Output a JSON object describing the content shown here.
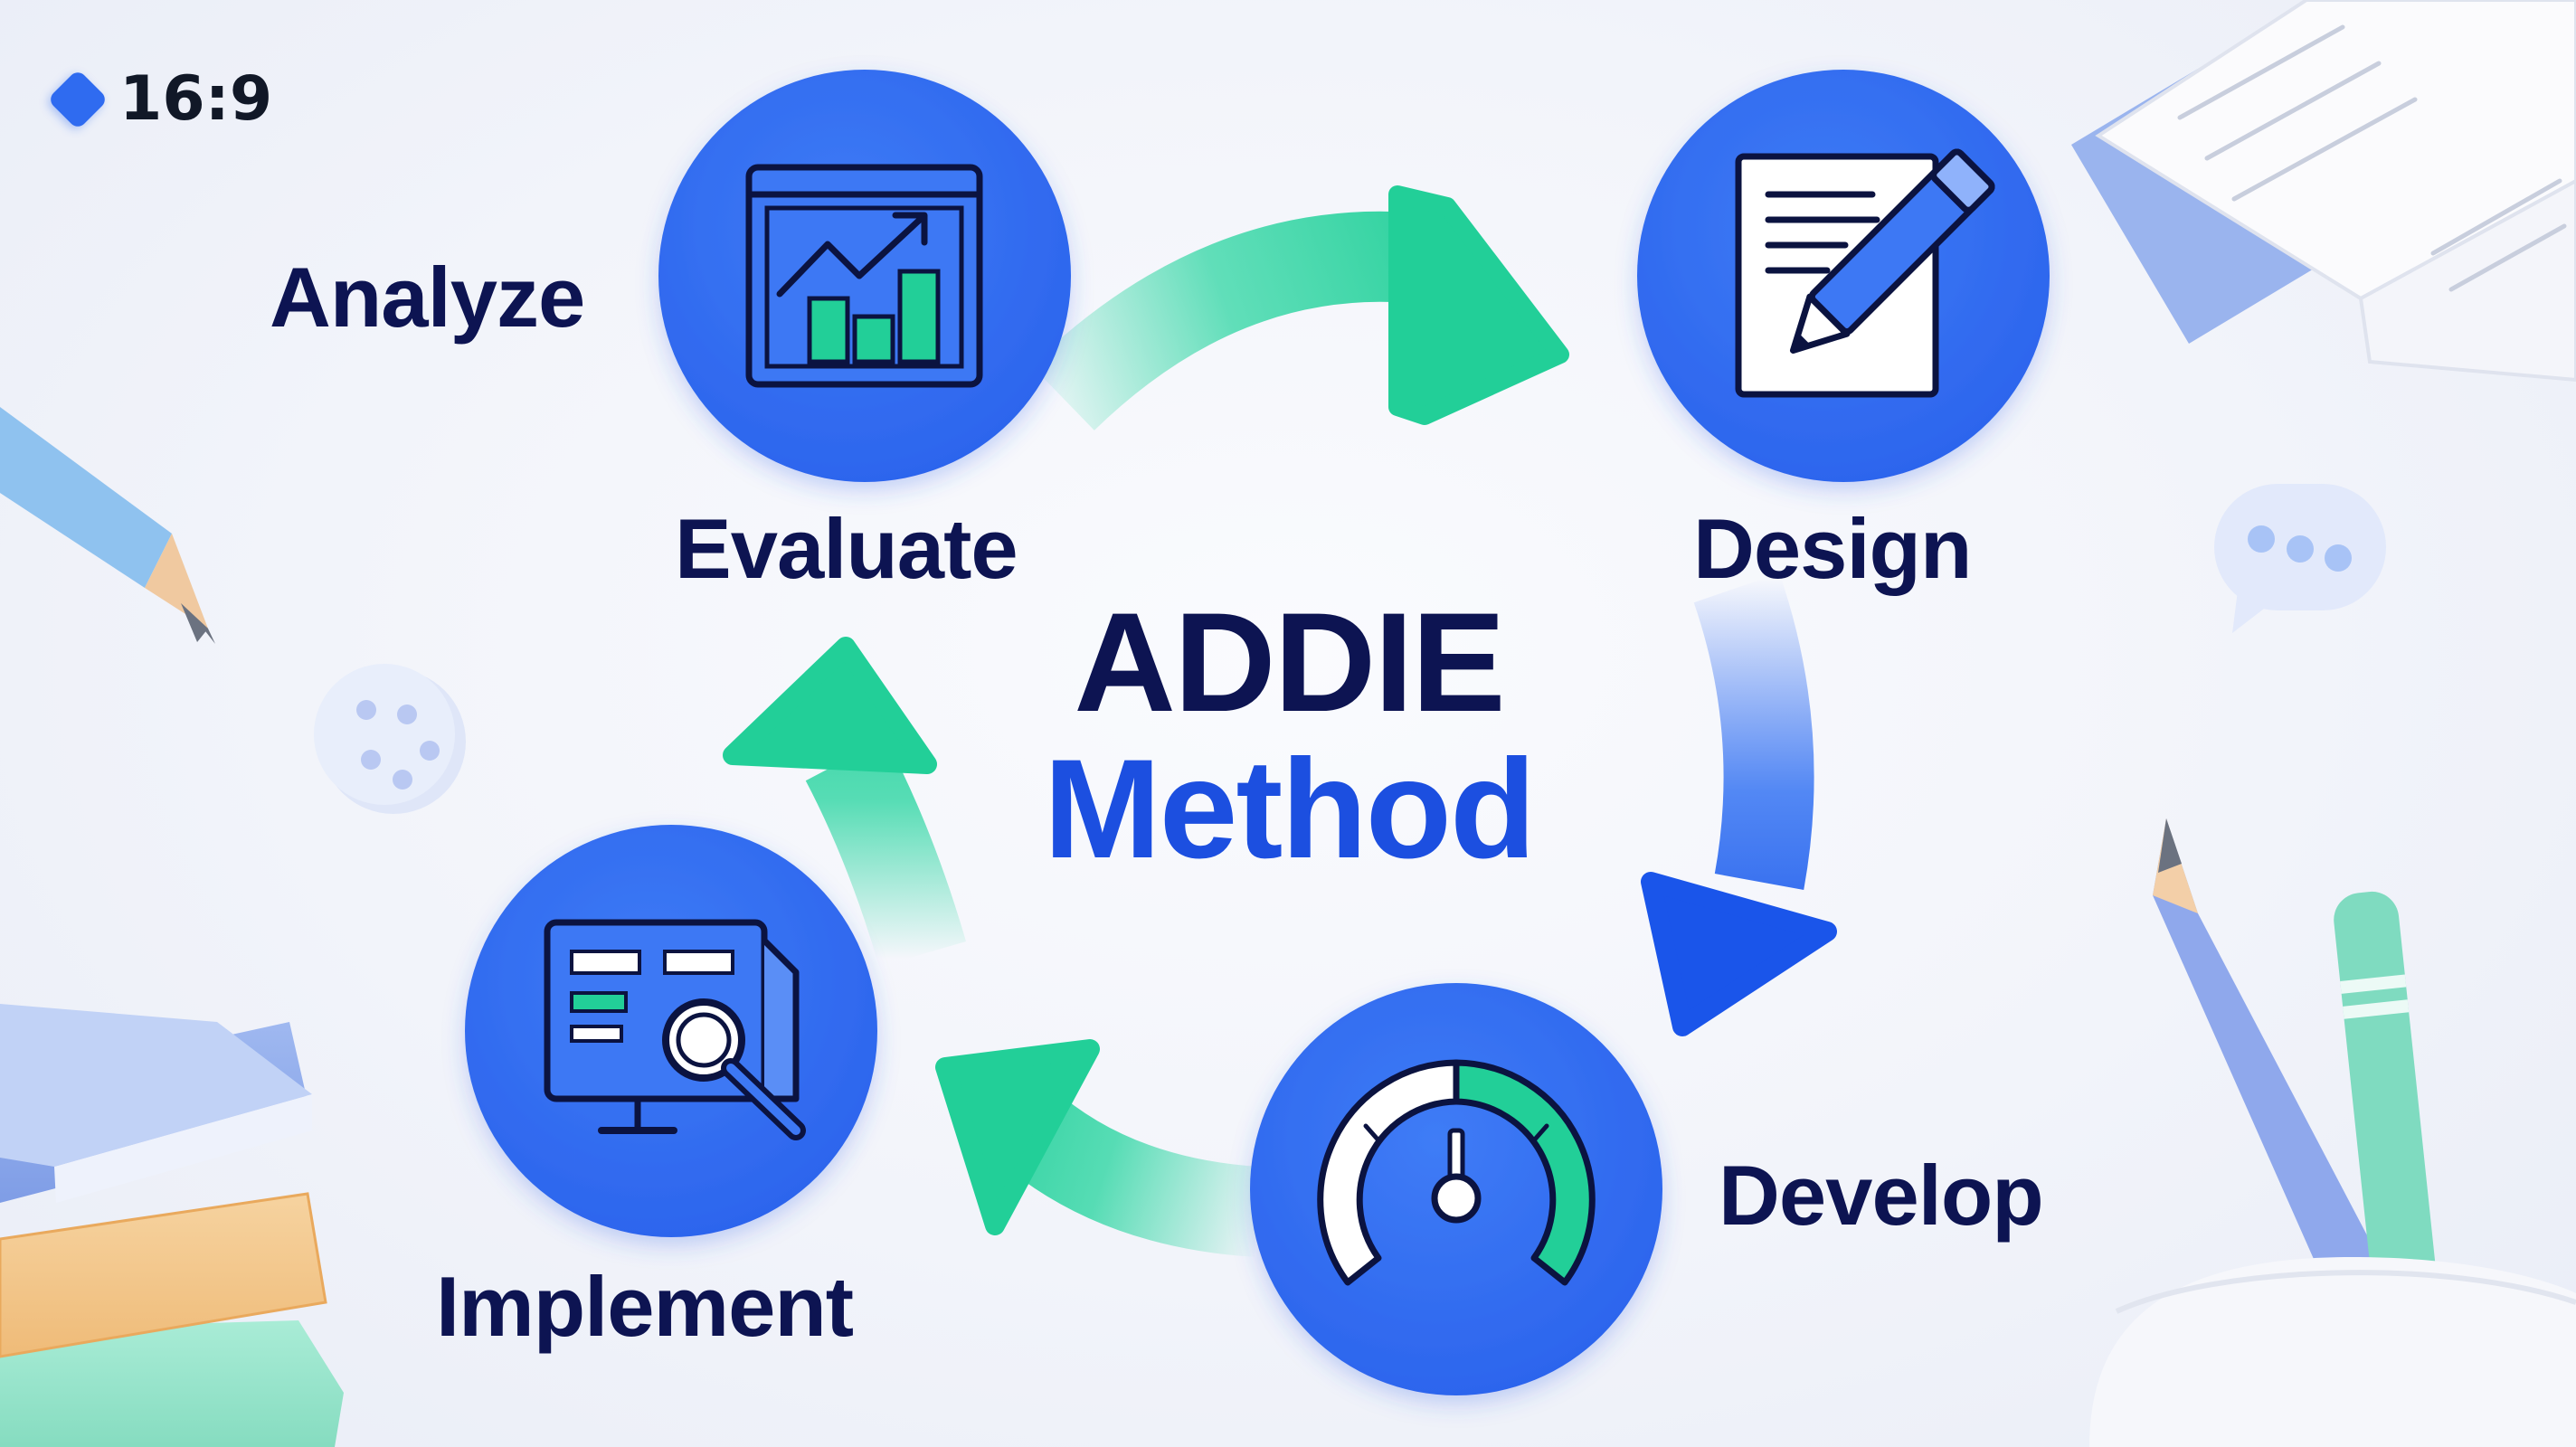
{
  "badge": {
    "ratio": "16:9"
  },
  "title": {
    "line1": "ADDIE",
    "line2": "Method"
  },
  "stages": {
    "analyze": "Analyze",
    "evaluate": "Evaluate",
    "design": "Design",
    "develop": "Develop",
    "implement": "Implement"
  },
  "colors": {
    "circle_blue": "#2f6bf0",
    "navy_text": "#0d1452",
    "title_blue": "#1c4fe0",
    "arrow_green": "#2fd6a3",
    "arrow_blue": "#1f5ef0"
  },
  "icons": {
    "evaluate_circle": "analytics-chart-icon",
    "design_circle": "document-pencil-icon",
    "develop_circle": "gauge-icon",
    "implement_circle": "monitor-search-icon"
  }
}
